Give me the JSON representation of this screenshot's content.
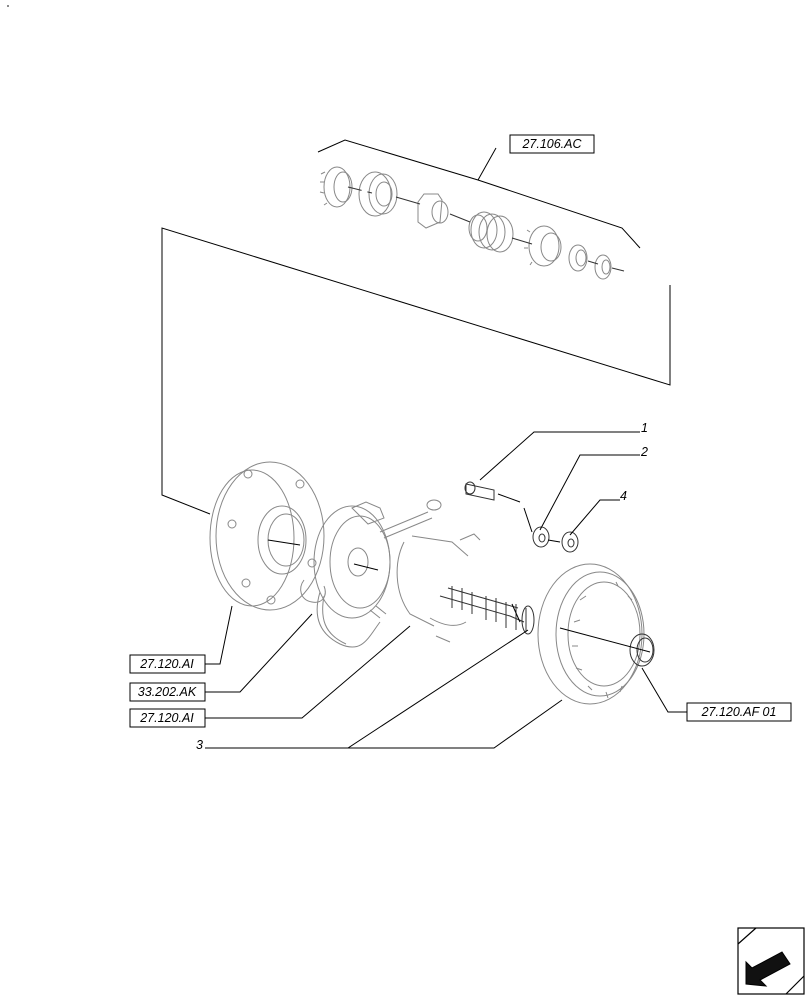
{
  "references": {
    "top": "27.106.AC",
    "housing": "27.120.AI",
    "sensor": "33.202.AK",
    "shield": "27.120.AI",
    "snap_ring": "27.120.AF 01"
  },
  "callouts": {
    "c1": "1",
    "c2": "2",
    "c3": "3",
    "c4": "4"
  },
  "icons": {
    "navigation": "arrow-back-icon"
  }
}
